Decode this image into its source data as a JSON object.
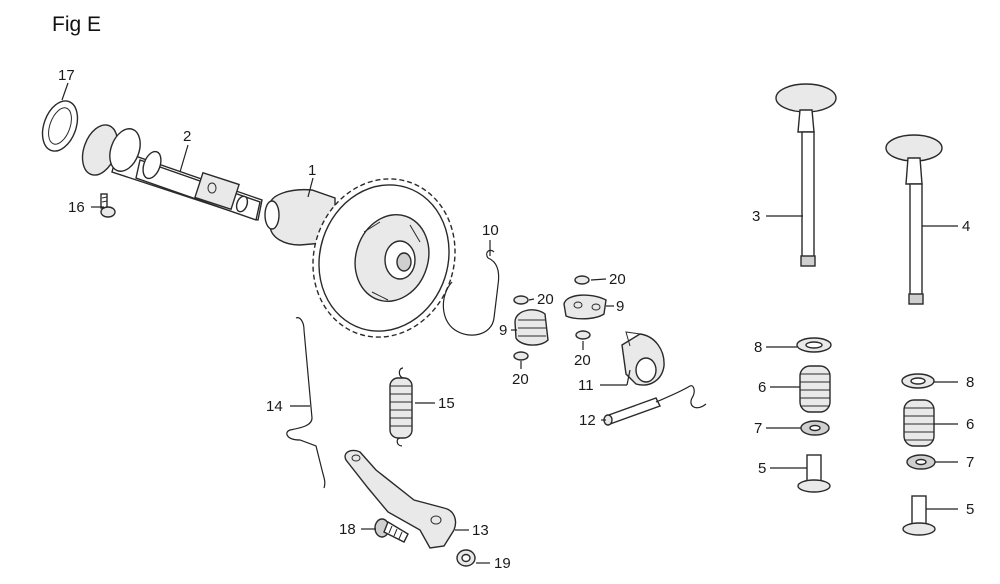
{
  "title": "Fig E",
  "callouts": {
    "c1": "1",
    "c2": "2",
    "c3": "3",
    "c4": "4",
    "c5a": "5",
    "c5b": "5",
    "c6a": "6",
    "c6b": "6",
    "c7a": "7",
    "c7b": "7",
    "c8a": "8",
    "c8b": "8",
    "c9a": "9",
    "c9b": "9",
    "c10": "10",
    "c11": "11",
    "c12": "12",
    "c13": "13",
    "c14": "14",
    "c15": "15",
    "c16": "16",
    "c17": "17",
    "c18": "18",
    "c19": "19",
    "c20a": "20",
    "c20b": "20",
    "c20c": "20",
    "c20d": "20"
  }
}
